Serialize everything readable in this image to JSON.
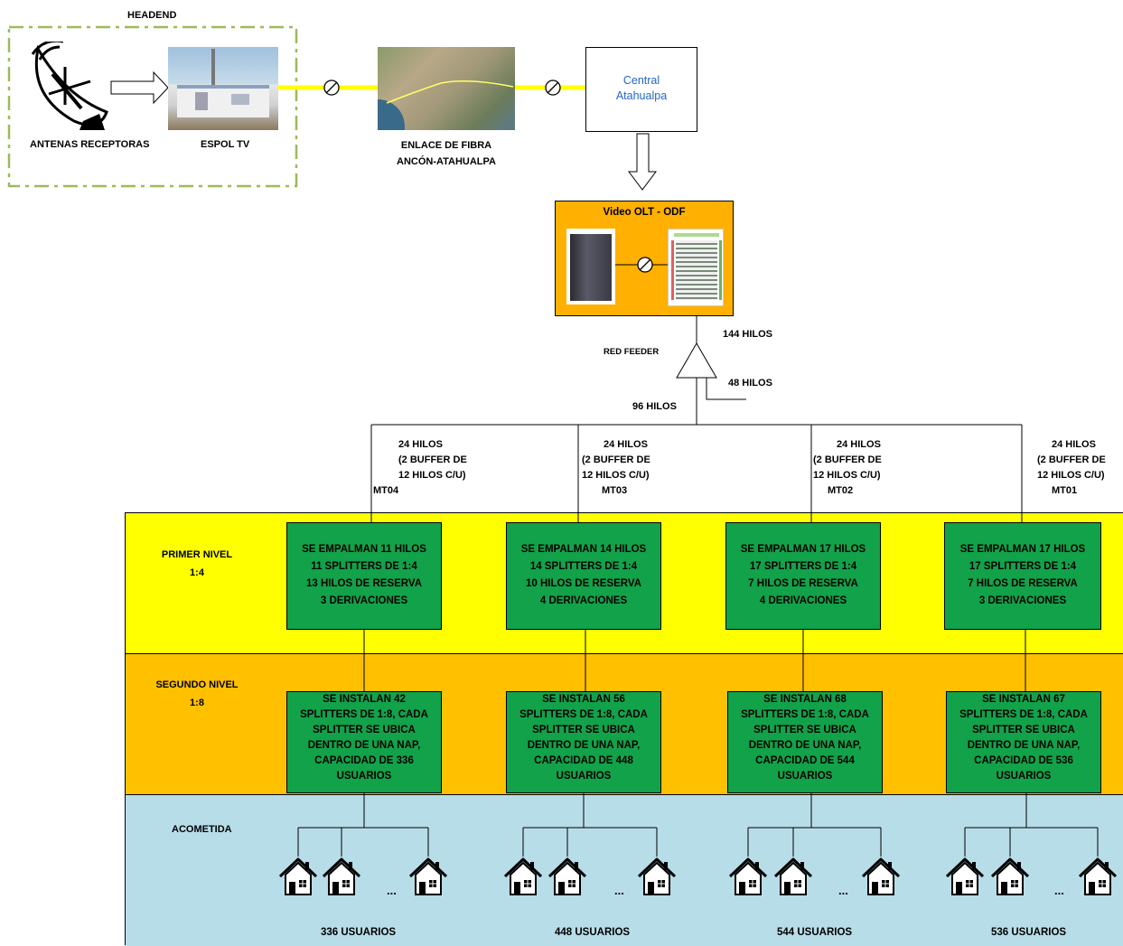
{
  "headend": {
    "title": "HEADEND",
    "antenna_label": "ANTENAS RECEPTORAS",
    "station_label": "ESPOL TV"
  },
  "fiber_link": {
    "line1": "ENLACE DE FIBRA",
    "line2": "ANCÓN-ATAHUALPA"
  },
  "central": {
    "line1": "Central",
    "line2": "Atahualpa"
  },
  "olt": {
    "title": "Video OLT - ODF"
  },
  "feeder": {
    "red_feeder": "RED FEEDER",
    "hilos_144": "144 HILOS",
    "hilos_48": "48 HILOS",
    "hilos_96": "96 HILOS"
  },
  "branches": [
    {
      "l1": "24 HILOS",
      "l2": "(2 BUFFER DE",
      "l3": "12 HILOS C/U)",
      "l4": "MT04"
    },
    {
      "l1": "24 HILOS",
      "l2": "(2 BUFFER DE",
      "l3": "12 HILOS C/U)",
      "l4": "MT03"
    },
    {
      "l1": "24 HILOS",
      "l2": "(2 BUFFER DE",
      "l3": "12 HILOS C/U)",
      "l4": "MT02"
    },
    {
      "l1": "24 HILOS",
      "l2": "(2 BUFFER DE",
      "l3": "12 HILOS C/U)",
      "l4": "MT01"
    }
  ],
  "levels": {
    "primer": {
      "line1": "PRIMER NIVEL",
      "line2": "1:4"
    },
    "segundo": {
      "line1": "SEGUNDO NIVEL",
      "line2": "1:8"
    },
    "acometida": "ACOMETIDA"
  },
  "primer_boxes": [
    {
      "l1": "SE EMPALMAN 11 HILOS",
      "l2": "11 SPLITTERS DE 1:4",
      "l3": "13 HILOS DE RESERVA",
      "l4": "3 DERIVACIONES"
    },
    {
      "l1": "SE EMPALMAN 14 HILOS",
      "l2": "14 SPLITTERS DE 1:4",
      "l3": "10 HILOS DE RESERVA",
      "l4": "4 DERIVACIONES"
    },
    {
      "l1": "SE EMPALMAN 17 HILOS",
      "l2": "17 SPLITTERS DE 1:4",
      "l3": "7 HILOS DE RESERVA",
      "l4": "4 DERIVACIONES"
    },
    {
      "l1": "SE EMPALMAN 17 HILOS",
      "l2": "17 SPLITTERS DE 1:4",
      "l3": "7 HILOS DE RESERVA",
      "l4": "3 DERIVACIONES"
    }
  ],
  "segundo_boxes": [
    {
      "l1": "SE INSTALAN 42",
      "l2": "SPLITTERS DE 1:8, CADA",
      "l3": "SPLITTER SE UBICA",
      "l4": "DENTRO DE UNA NAP,",
      "l5": "CAPACIDAD DE 336",
      "l6": "USUARIOS"
    },
    {
      "l1": "SE INSTALAN 56",
      "l2": "SPLITTERS DE 1:8, CADA",
      "l3": "SPLITTER SE UBICA",
      "l4": "DENTRO DE UNA NAP,",
      "l5": "CAPACIDAD DE 448",
      "l6": "USUARIOS"
    },
    {
      "l1": "SE INSTALAN 68",
      "l2": "SPLITTERS DE 1:8, CADA",
      "l3": "SPLITTER SE UBICA",
      "l4": "DENTRO DE UNA NAP,",
      "l5": "CAPACIDAD DE 544",
      "l6": "USUARIOS"
    },
    {
      "l1": "SE INSTALAN 67",
      "l2": "SPLITTERS DE 1:8, CADA",
      "l3": "SPLITTER SE UBICA",
      "l4": "DENTRO DE UNA NAP,",
      "l5": "CAPACIDAD DE 536",
      "l6": "USUARIOS"
    }
  ],
  "users": [
    {
      "ellipsis": "...",
      "total": "336 USUARIOS"
    },
    {
      "ellipsis": "...",
      "total": "448 USUARIOS"
    },
    {
      "ellipsis": "...",
      "total": "544 USUARIOS"
    },
    {
      "ellipsis": "...",
      "total": "536 USUARIOS"
    }
  ],
  "colors": {
    "level1_band": "#ffff00",
    "level2_band": "#ffc000",
    "acometida_band": "#b7dde8",
    "box_green": "#12a24a",
    "olt_orange": "#ffb000",
    "fiber_yellow": "#ffff00",
    "headend_border": "#9bbb59"
  }
}
